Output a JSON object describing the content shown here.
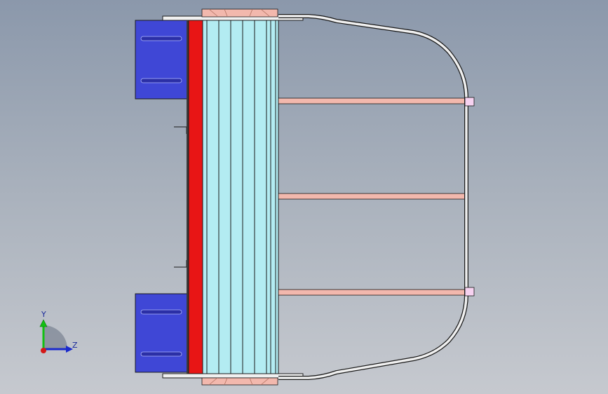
{
  "viewport": {
    "background_top": "#8b98ab",
    "background_bottom": "#c6c9cf"
  },
  "model": {
    "colors": {
      "bracket_blue": "#3f47d6",
      "slot": "#2b2fa6",
      "red_panel": "#e81515",
      "fins": "#b3ecf2",
      "rods": "#f2b8ad",
      "frame": "#f0f0f0",
      "outline": "#1a1a1a",
      "end_block": "#f6d2f0"
    },
    "fin_count": 7,
    "rod_count": 3
  },
  "triad": {
    "y_label": "Y",
    "z_label": "Z",
    "y_color": "#12c012",
    "z_color": "#1a2acc",
    "origin_color": "#d41818"
  }
}
